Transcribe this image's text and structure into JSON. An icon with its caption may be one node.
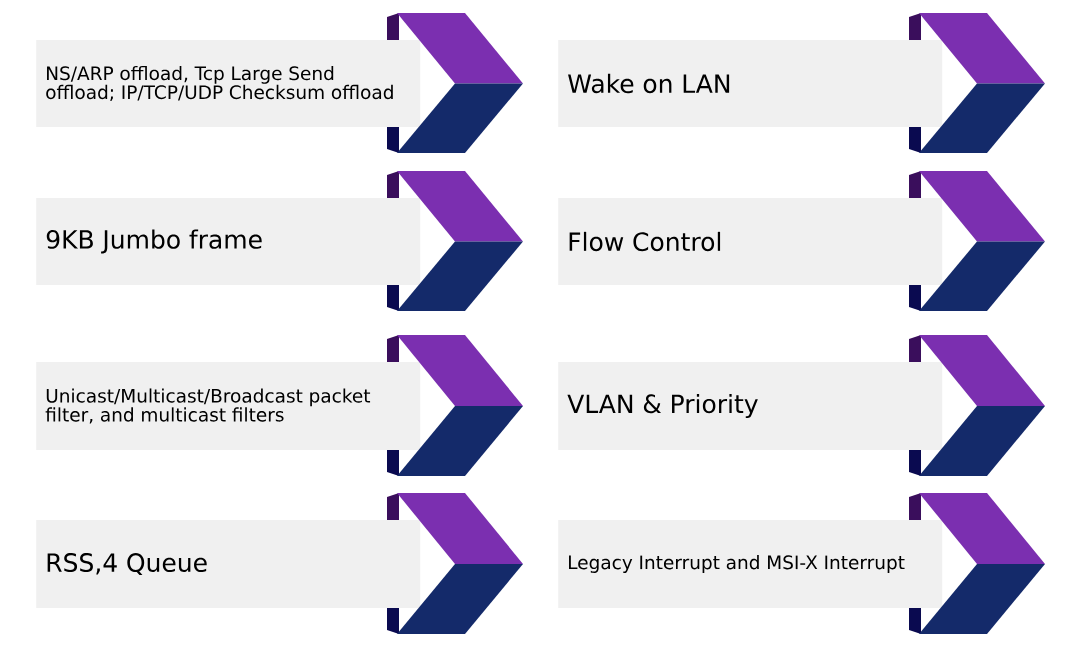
{
  "diagram": {
    "nodes": [
      {
        "text": [
          "NS/ARP offload, Tcp Large Send offload; IP/TCP/UDP Checksum offload"
        ]
      },
      {
        "text": [
          "Wake on LAN"
        ]
      },
      {
        "text": [
          "9KB Jumbo frame"
        ]
      },
      {
        "text": [
          "Flow Control"
        ]
      },
      {
        "text": [
          "Unicast/Multicast/Broadcast packet filter, and multicast filters"
        ]
      },
      {
        "text": [
          "VLAN & Priority"
        ]
      },
      {
        "text": [
          "RSS,4 Queue"
        ]
      },
      {
        "text": [
          "Legacy Interrupt and MSI-X Interrupt"
        ]
      }
    ]
  }
}
